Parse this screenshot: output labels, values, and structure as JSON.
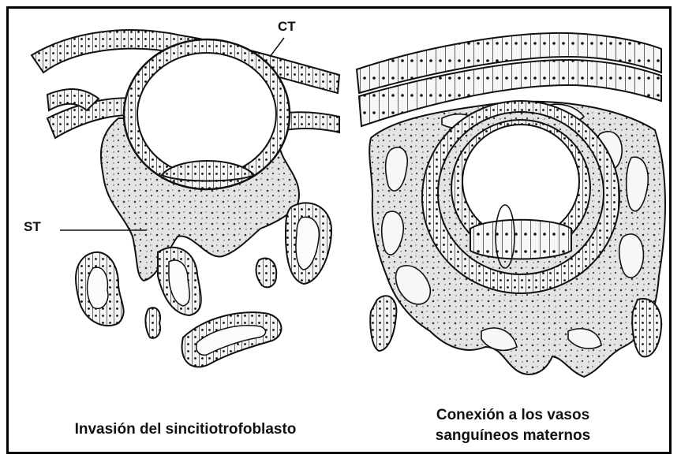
{
  "labels": {
    "ct": "CT",
    "st": "ST"
  },
  "captions": {
    "left": "Invasión del sincitiotrofoblasto",
    "right_line1": "Conexión a los vasos",
    "right_line2": "sanguíneos maternos"
  },
  "colors": {
    "ink": "#111111",
    "tissue_fill": "#e4e4e4",
    "background": "#ffffff"
  }
}
